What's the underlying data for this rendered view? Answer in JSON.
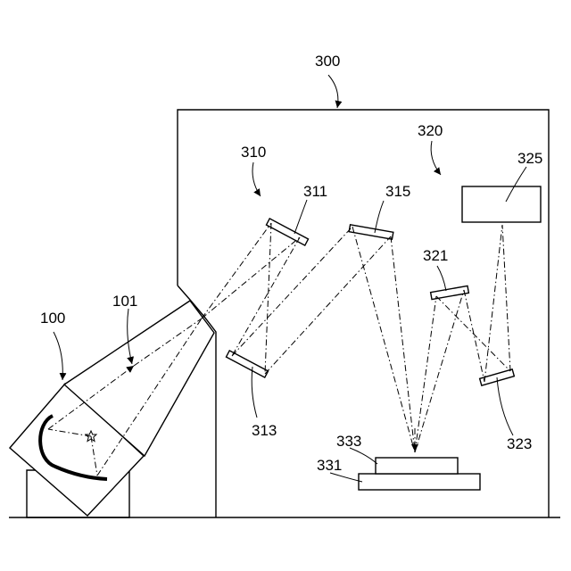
{
  "labels": {
    "apparatus": "300",
    "light_source": "100",
    "beam": "101",
    "first_optics": "310",
    "mirror_311": "311",
    "mirror_313": "313",
    "mirror_315": "315",
    "second_optics": "320",
    "mirror_321": "321",
    "mirror_323": "323",
    "detector": "325",
    "stage": "331",
    "sample": "333"
  }
}
